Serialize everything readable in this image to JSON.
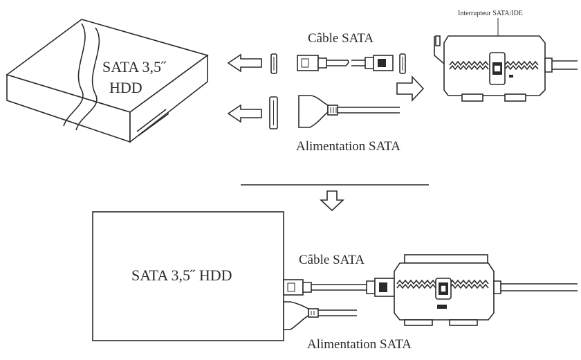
{
  "top": {
    "hdd_label_line1": "SATA 3,5˝",
    "hdd_label_line2": "HDD",
    "sata_cable_label": "Câble SATA",
    "sata_power_label": "Alimentation SATA",
    "switch_label": "Interrupteur SATA/IDE"
  },
  "bottom": {
    "hdd_label": "SATA 3,5˝ HDD",
    "sata_cable_label": "Câble SATA",
    "sata_power_label": "Alimentation SATA"
  }
}
